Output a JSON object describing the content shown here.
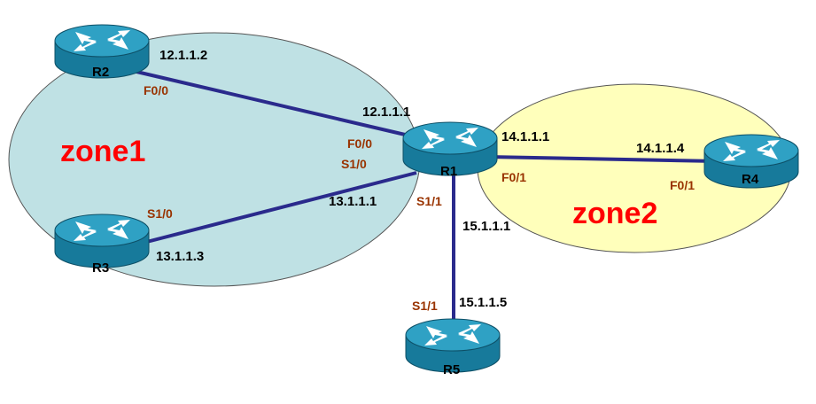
{
  "colors": {
    "zone1_fill": "#bfe1e4",
    "zone2_fill": "#ffffbb",
    "zone_stroke": "#555555",
    "link": "#2a2a8c",
    "router_top": "#2fa1c4",
    "router_body": "#177a9b",
    "zone_text": "#ff0000",
    "iface_text": "#993300"
  },
  "zones": {
    "zone1": "zone1",
    "zone2": "zone2"
  },
  "routers": {
    "r1": "R1",
    "r2": "R2",
    "r3": "R3",
    "r4": "R4",
    "r5": "R5"
  },
  "links": {
    "r1_r2": {
      "ip_r1": "12.1.1.1",
      "ip_peer": "12.1.1.2",
      "if_r1": "F0/0",
      "if_peer": "F0/0"
    },
    "r1_r3": {
      "ip_r1": "13.1.1.1",
      "ip_peer": "13.1.1.3",
      "if_r1": "S1/0",
      "if_peer": "S1/0"
    },
    "r1_r4": {
      "ip_r1": "14.1.1.1",
      "ip_peer": "14.1.1.4",
      "if_r1": "F0/1",
      "if_peer": "F0/1"
    },
    "r1_r5": {
      "ip_r1": "15.1.1.1",
      "ip_peer": "15.1.1.5",
      "if_r1": "S1/1",
      "if_peer": "S1/1"
    }
  }
}
